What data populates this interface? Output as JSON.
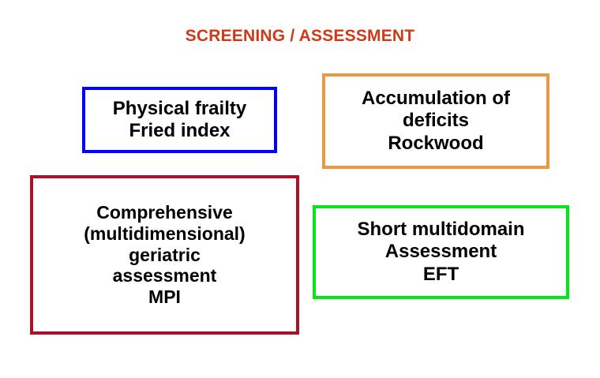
{
  "slide": {
    "title": "SCREENING / ASSESSMENT",
    "title_color": "#cc3a17",
    "background_color": "#ffffff"
  },
  "boxes": [
    {
      "id": "physical-frailty",
      "border_color": "#0000ff",
      "lines": [
        "Physical frailty",
        "Fried index"
      ]
    },
    {
      "id": "accumulation-deficits",
      "border_color": "#e79a42",
      "lines": [
        "Accumulation of",
        "deficits",
        "Rockwood"
      ]
    },
    {
      "id": "comprehensive-assessment",
      "border_color": "#a4132b",
      "lines": [
        "Comprehensive",
        "(multidimensional)",
        "geriatric",
        "assessment",
        "MPI"
      ]
    },
    {
      "id": "short-multidomain",
      "border_color": "#00e817",
      "lines": [
        "Short multidomain",
        "Assessment",
        "EFT"
      ]
    }
  ]
}
